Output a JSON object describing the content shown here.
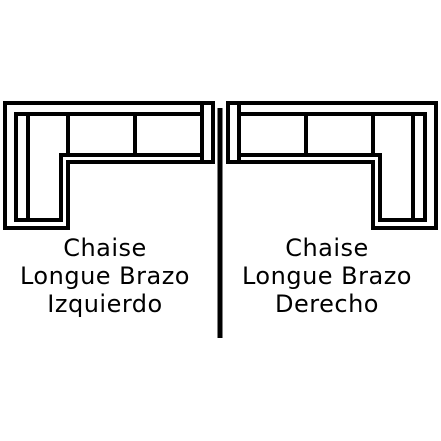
{
  "colors": {
    "line": "#000000",
    "background": "#ffffff"
  },
  "left_option": {
    "line1": "Chaise",
    "line2": "Longue  Brazo",
    "line3": "Izquierdo"
  },
  "right_option": {
    "line1": "Chaise",
    "line2": "Longue  Brazo",
    "line3": "Derecho"
  }
}
